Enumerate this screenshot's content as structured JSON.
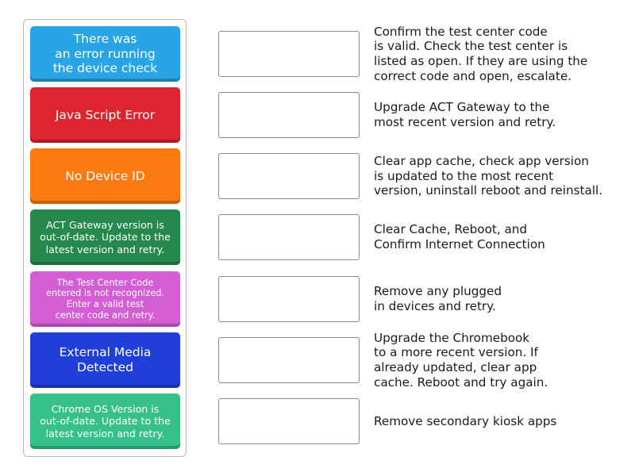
{
  "tiles": [
    {
      "label": "There was\nan error running\nthe device check",
      "color": "#29a4e6"
    },
    {
      "label": "Java Script Error",
      "color": "#dc2531"
    },
    {
      "label": "No Device ID",
      "color": "#fb7a12"
    },
    {
      "label": "ACT Gateway version is\nout-of-date. Update to the\nlatest version and retry.",
      "color": "#26894b"
    },
    {
      "label": "The Test Center Code\nentered is not recognized.\nEnter a valid test\ncenter code and retry.",
      "color": "#d45fd4"
    },
    {
      "label": "External Media\nDetected",
      "color": "#1f3fd8"
    },
    {
      "label": "Chrome OS Version is\nout-of-date. Update to the\nlatest version and retry.",
      "color": "#37c08a"
    }
  ],
  "descriptions": [
    "Confirm the test center code\nis valid. Check the test center is\nlisted as open. If they are using the\ncorrect code and open, escalate.",
    "Upgrade ACT Gateway to the\nmost recent version and retry.",
    "Clear app cache, check app version\nis updated to the most recent\nversion, uninstall reboot and reinstall.",
    "Clear Cache, Reboot, and\nConfirm Internet Connection",
    "Remove any plugged\nin devices and retry.",
    "Upgrade the Chromebook\nto a more recent version. If\nalready updated, clear app\ncache. Reboot and try again.",
    "Remove secondary kiosk apps"
  ]
}
